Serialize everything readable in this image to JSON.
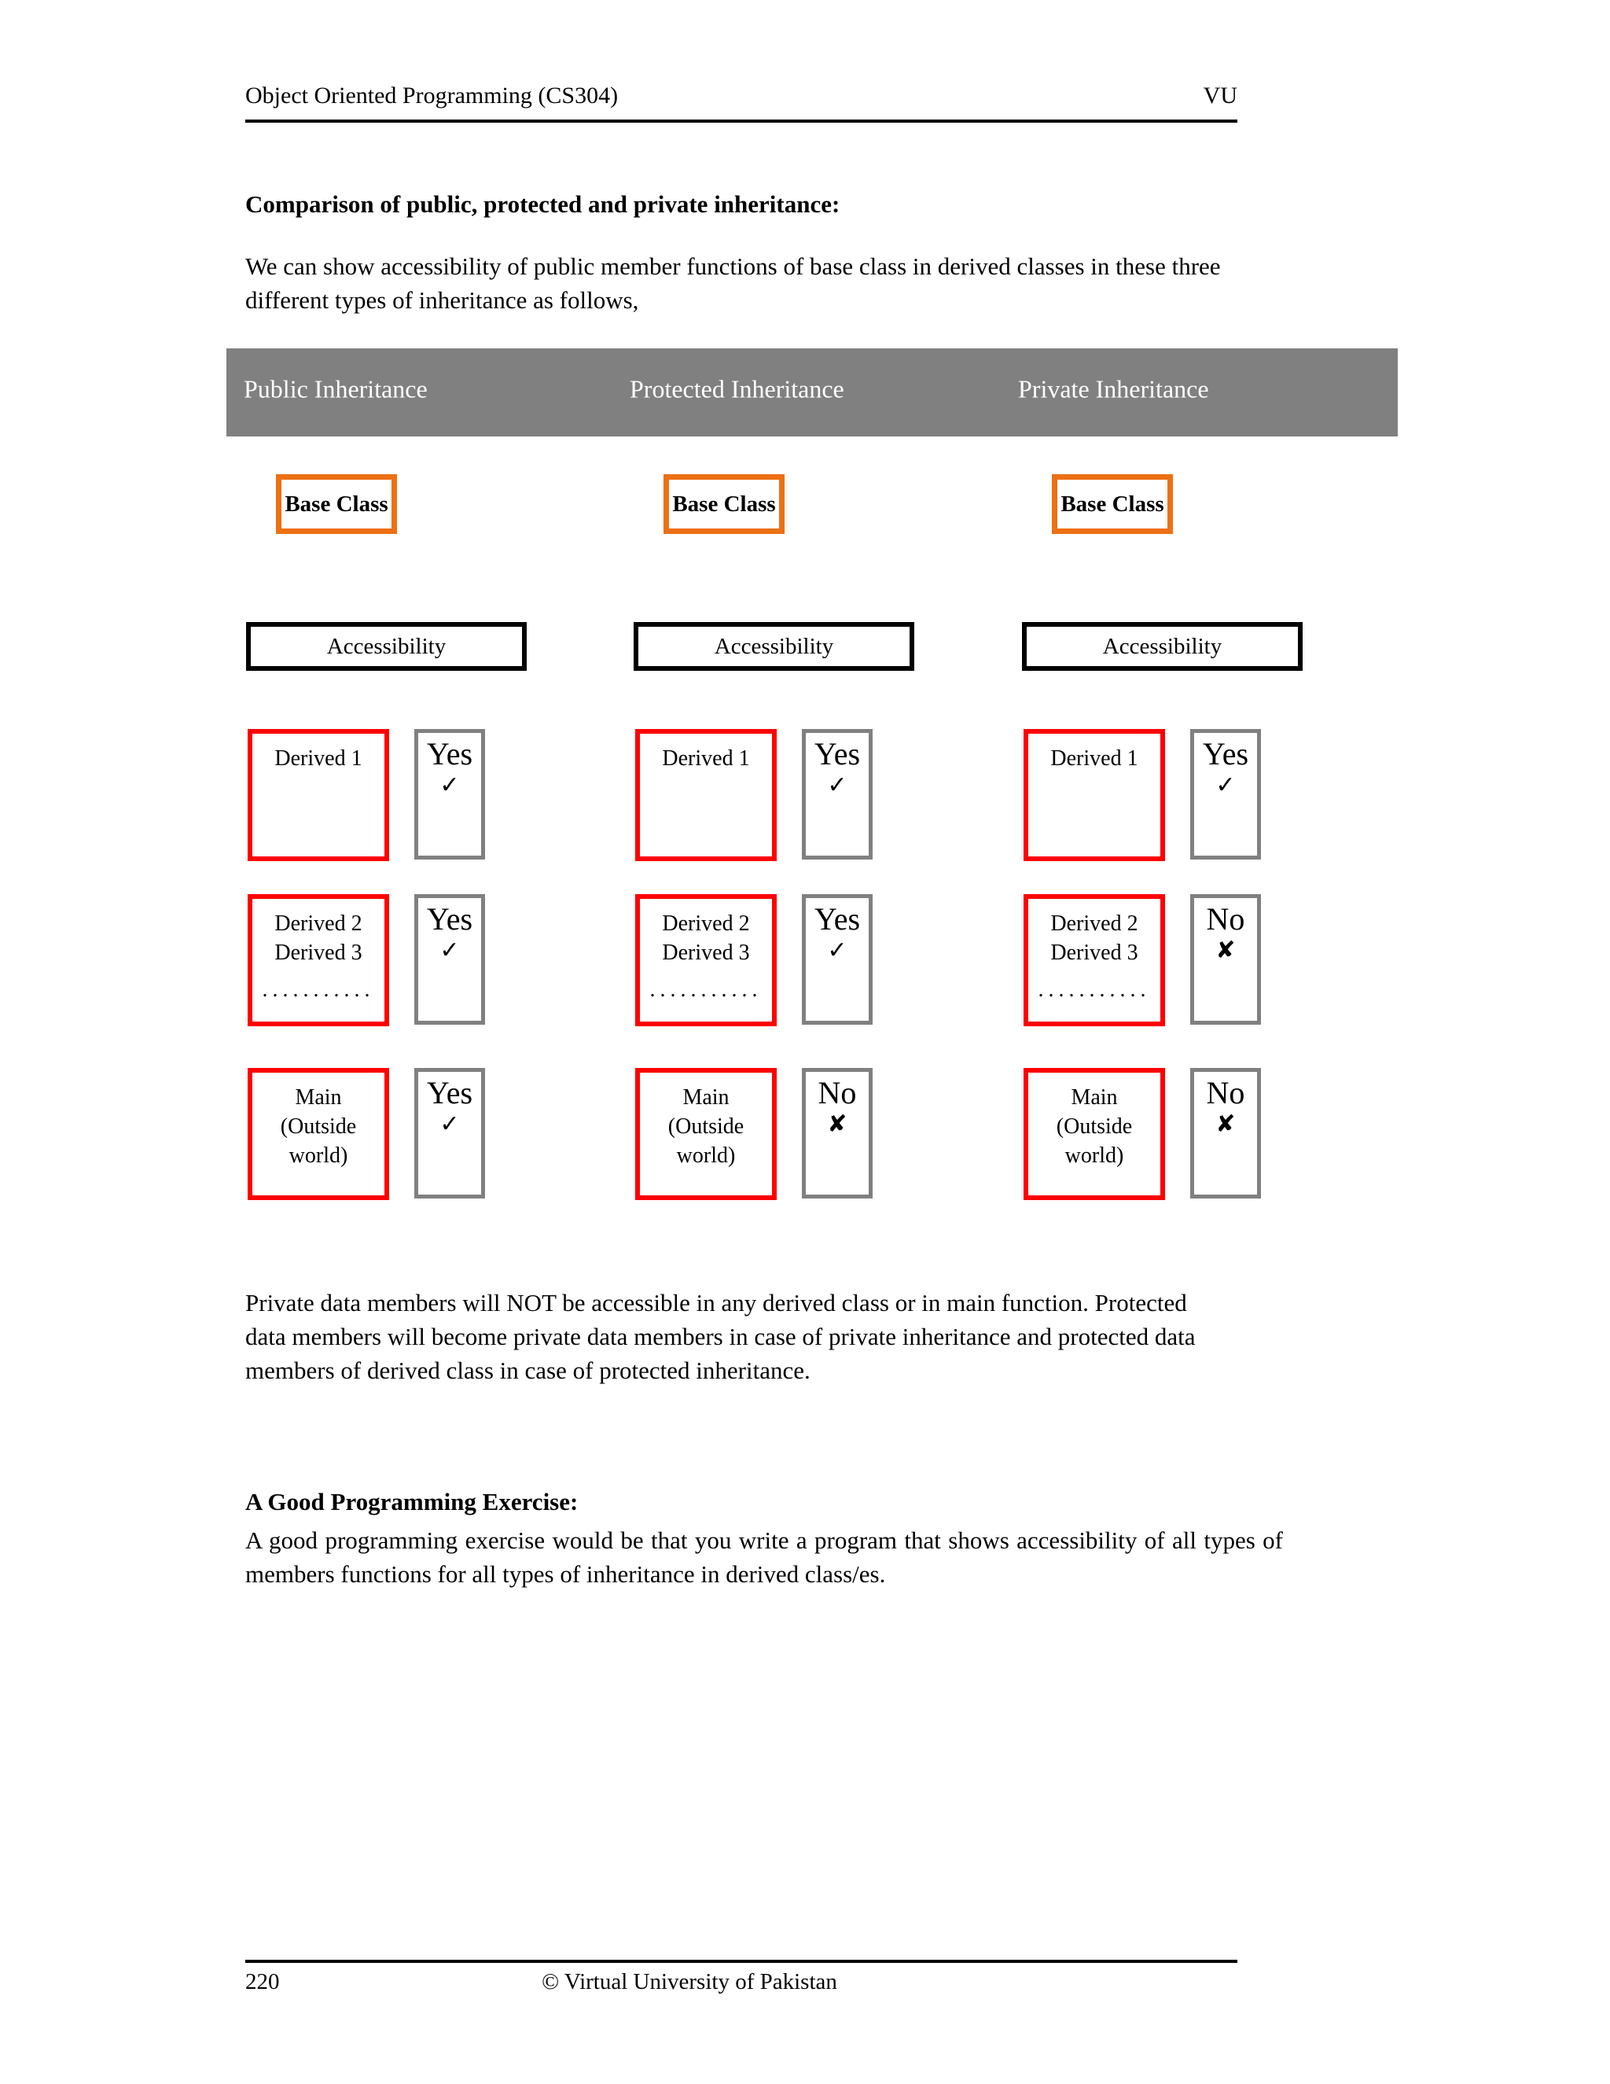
{
  "header": {
    "course": "Object Oriented Programming (CS304)",
    "institution": "VU"
  },
  "content": {
    "comparison_heading": "Comparison of public, protected and private inheritance:",
    "intro_paragraph": "We can show accessibility of public member functions of base class in derived classes in these three different types of inheritance as follows,",
    "notes_paragraph": "Private data members will NOT be accessible in any derived class or in main function. Protected data members will become private data members in case of private inheritance and protected data members of derived class in case of protected inheritance.",
    "exercise_heading": "A Good Programming Exercise:",
    "exercise_paragraph": "A good programming exercise would be that you write a program that shows accessibility of all types of members functions for all types of inheritance in derived class/es."
  },
  "diagram": {
    "banner_color": "#808080",
    "base_box_border_color": "#ED7014",
    "class_box_border_color": "#FF0000",
    "answer_box_border_color": "#808080",
    "access_box_border_color": "#000000",
    "base_class_label": "Base Class",
    "accessibility_label": "Accessibility",
    "ellipsis": "...........",
    "check_mark": "✓",
    "cross_mark": "✘",
    "columns": [
      {
        "title": "Public Inheritance",
        "rows": [
          {
            "class_line1": "Derived 1",
            "class_line2": "",
            "has_dots": false,
            "verdict": "Yes",
            "mark": "✓"
          },
          {
            "class_line1": "Derived 2",
            "class_line2": "Derived 3",
            "has_dots": true,
            "verdict": "Yes",
            "mark": "✓"
          },
          {
            "class_line1": "Main",
            "class_line2": "(Outside",
            "class_line3": "world)",
            "has_dots": false,
            "verdict": "Yes",
            "mark": "✓"
          }
        ]
      },
      {
        "title": "Protected Inheritance",
        "rows": [
          {
            "class_line1": "Derived 1",
            "class_line2": "",
            "has_dots": false,
            "verdict": "Yes",
            "mark": "✓"
          },
          {
            "class_line1": "Derived 2",
            "class_line2": "Derived 3",
            "has_dots": true,
            "verdict": "Yes",
            "mark": "✓"
          },
          {
            "class_line1": "Main",
            "class_line2": "(Outside",
            "class_line3": "world)",
            "has_dots": false,
            "verdict": "No",
            "mark": "✘"
          }
        ]
      },
      {
        "title": "Private Inheritance",
        "rows": [
          {
            "class_line1": "Derived 1",
            "class_line2": "",
            "has_dots": false,
            "verdict": "Yes",
            "mark": "✓"
          },
          {
            "class_line1": "Derived 2",
            "class_line2": "Derived 3",
            "has_dots": true,
            "verdict": "No",
            "mark": "✘"
          },
          {
            "class_line1": "Main",
            "class_line2": "(Outside",
            "class_line3": "world)",
            "has_dots": false,
            "verdict": "No",
            "mark": "✘"
          }
        ]
      }
    ]
  },
  "footer": {
    "page_number": "220",
    "copyright": "© Virtual University of Pakistan"
  }
}
